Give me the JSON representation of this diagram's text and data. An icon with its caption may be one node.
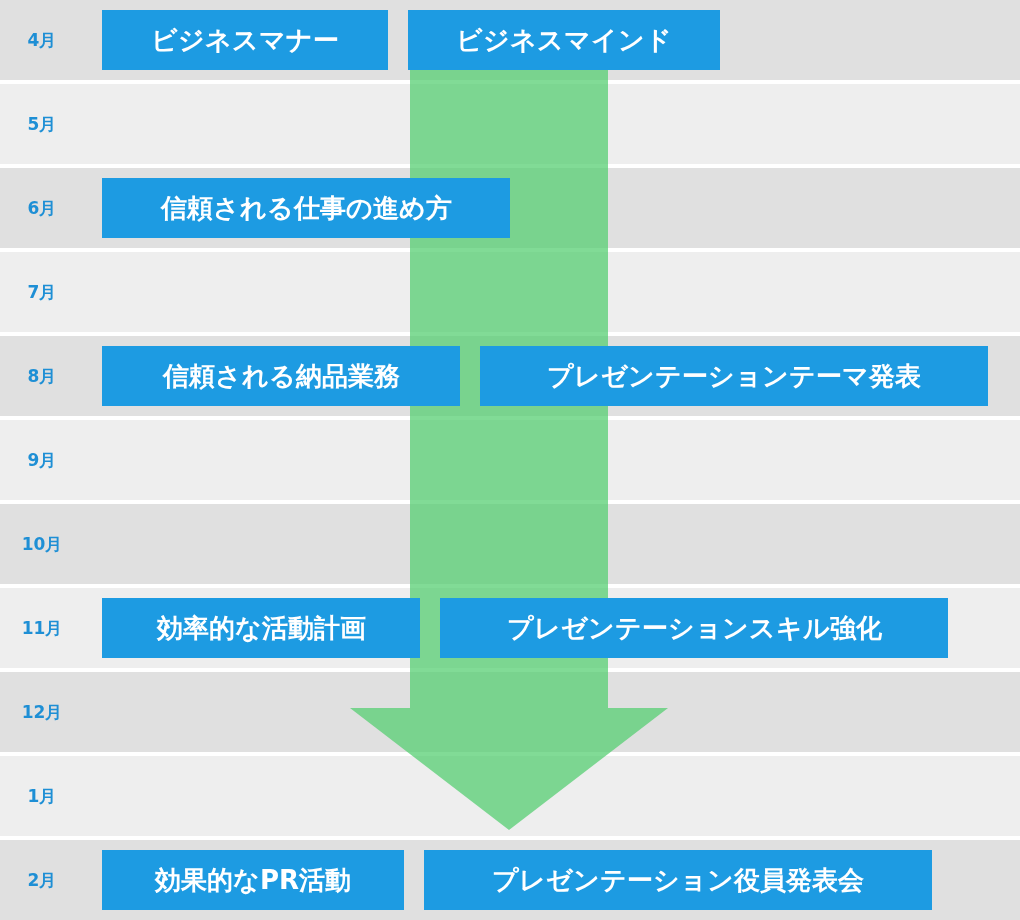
{
  "diagram": {
    "nodes": [
      {
        "text": [
          "4月"
        ]
      },
      {
        "text": [
          "ビジネスマナー"
        ],
        "in": 0
      },
      {
        "text": [
          "ビジネスマインド"
        ],
        "in": 0
      },
      {
        "text": [
          "5月"
        ]
      },
      {
        "text": [
          "6月"
        ]
      },
      {
        "text": [
          "信頼される仕事の進め方"
        ],
        "in": 4
      },
      {
        "text": [
          "7月"
        ]
      },
      {
        "text": [
          "8月"
        ]
      },
      {
        "text": [
          "信頼される納品業務"
        ],
        "in": 7
      },
      {
        "text": [
          "プレゼンテーションテーマ発表"
        ],
        "in": 7
      },
      {
        "text": [
          "9月"
        ]
      },
      {
        "text": [
          "10月"
        ]
      },
      {
        "text": [
          "11月"
        ]
      },
      {
        "text": [
          "効率的な活動計画"
        ],
        "in": 12
      },
      {
        "text": [
          "プレゼンテーションスキル強化"
        ],
        "in": 12
      },
      {
        "text": [
          "12月"
        ]
      },
      {
        "text": [
          "1月"
        ]
      },
      {
        "text": [
          "2月"
        ]
      },
      {
        "text": [
          "効果的なPR活動"
        ],
        "in": 17
      },
      {
        "text": [
          "プレゼンテーション役員発表会"
        ],
        "in": 17
      }
    ]
  }
}
